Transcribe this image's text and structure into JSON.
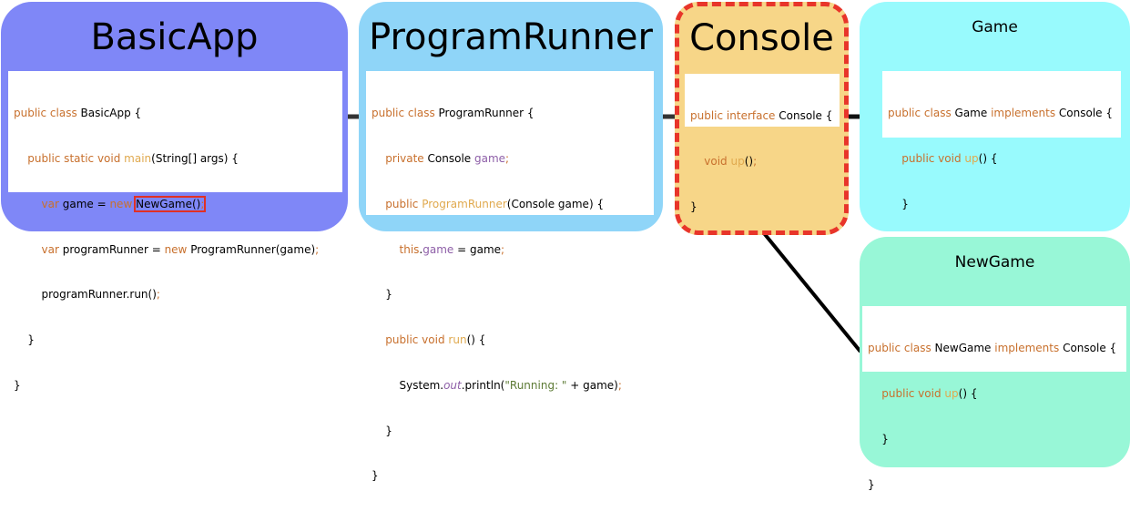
{
  "colors": {
    "basicapp": "#7f87f7",
    "programrunner": "#8fd5f8",
    "console": "#f7d688",
    "console_border": "#e8352a",
    "game": "#98fafd",
    "newgame": "#98f7d7",
    "highlight": "#e03025"
  },
  "boxes": {
    "basicapp": {
      "title": "BasicApp",
      "code": {
        "l1": [
          "public class",
          " BasicApp {"
        ],
        "l2": [
          "public static void",
          "main",
          "(String[] args) {"
        ],
        "l3": [
          "var",
          " game = ",
          "new",
          "NewGame()",
          ";"
        ],
        "l4": [
          "var",
          " programRunner = ",
          "new",
          " ProgramRunner(game)",
          ";"
        ],
        "l5": [
          "programRunner.run()",
          ";"
        ],
        "l6": "}",
        "l7": "}"
      }
    },
    "programrunner": {
      "title": "ProgramRunner",
      "code": {
        "l1": [
          "public class",
          " ProgramRunner {"
        ],
        "l2": [
          "private",
          " Console ",
          "game",
          ";"
        ],
        "l3": [
          "public",
          "ProgramRunner",
          "(Console game) {"
        ],
        "l4": [
          "this",
          ".",
          "game",
          " = game",
          ";"
        ],
        "l5": "}",
        "l6": [
          "public void",
          "run",
          "() {"
        ],
        "l7": [
          "System.",
          "out",
          ".println(",
          "\"Running: \"",
          " + game)",
          ";"
        ],
        "l8": "}",
        "l9": "}"
      }
    },
    "console": {
      "title": "Console",
      "code": {
        "l1": [
          "public interface",
          " Console {"
        ],
        "l2": [
          "void",
          "up",
          "()",
          ";"
        ],
        "l3": "}"
      }
    },
    "game": {
      "title": "Game",
      "code": {
        "l1": [
          "public class",
          " Game ",
          "implements",
          " Console {"
        ],
        "l2": [
          "public void",
          "up",
          "() {"
        ],
        "l3": "}",
        "l4": "}"
      }
    },
    "newgame": {
      "title": "NewGame",
      "code": {
        "l1": [
          "public class",
          " NewGame ",
          "implements",
          " Console {"
        ],
        "l2": [
          "public void",
          "up",
          "() {"
        ],
        "l3": "}",
        "l4": "}"
      }
    }
  }
}
